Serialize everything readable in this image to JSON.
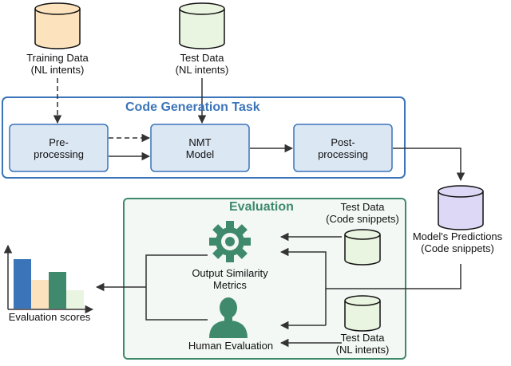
{
  "inputs": {
    "training_data": {
      "line1": "Training Data",
      "line2": "(NL intents)"
    },
    "test_data_top": {
      "line1": "Test Data",
      "line2": "(NL intents)"
    }
  },
  "code_generation": {
    "title": "Code Generation Task",
    "steps": [
      {
        "line1": "Pre-",
        "line2": "processing"
      },
      {
        "line1": "NMT",
        "line2": "Model"
      },
      {
        "line1": "Post-",
        "line2": "processing"
      }
    ]
  },
  "predictions": {
    "line1": "Model's Predictions",
    "line2": "(Code snippets)"
  },
  "evaluation": {
    "title": "Evaluation",
    "test_code": {
      "line1": "Test Data",
      "line2": "(Code snippets)"
    },
    "test_nl": {
      "line1": "Test Data",
      "line2": "(NL intents)"
    },
    "metrics": {
      "line1": "Output Similarity",
      "line2": "Metrics"
    },
    "human": "Human Evaluation"
  },
  "scores": {
    "label": "Evaluation scores"
  },
  "colors": {
    "task_border": "#3b74b9",
    "task_title": "#3b74b9",
    "step_fill": "#dce7f4",
    "eval_border": "#3f8a6c",
    "eval_fill": "#f3f8f5",
    "eval_title": "#3f8a6c",
    "cyl_training": "#fde3bd",
    "cyl_test_top": "#eaf5e1",
    "cyl_predictions": "#dcd8f5",
    "cyl_eval": "#eaf5e1",
    "icon_green": "#3f8a6c",
    "bar_colors": [
      "#3b74b9",
      "#fde3bd",
      "#3f8a6c",
      "#eaf5e1"
    ]
  }
}
